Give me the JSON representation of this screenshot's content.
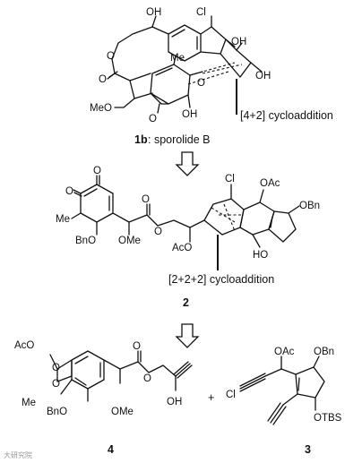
{
  "compound_1b": {
    "number": "1b",
    "name": ": sporolide B",
    "labels": {
      "oh_top": "OH",
      "cl": "Cl",
      "oh_right": "OH",
      "oh_right2": "OH",
      "me": "Me",
      "o_ring_left": "O",
      "o_carbonyl": "O",
      "meo": "MeO",
      "o_epoxide": "O",
      "oh_bottom": "OH",
      "o_bridge": "O"
    },
    "annotation": "[4+2] cycloaddition"
  },
  "compound_2": {
    "number": "2",
    "labels": {
      "o_top": "O",
      "o_left": "O",
      "me": "Me",
      "bno": "BnO",
      "ome": "OMe",
      "o_ester1": "O",
      "o_ester2": "O",
      "aco": "AcO",
      "cl": "Cl",
      "oac": "OAc",
      "obn": "OBn",
      "ho": "HO"
    },
    "annotation": "[2+2+2] cycloaddition"
  },
  "compound_4": {
    "number": "4",
    "labels": {
      "aco": "AcO",
      "o1": "O",
      "o2": "O",
      "me": "Me",
      "bno": "BnO",
      "ome": "OMe",
      "o_c": "O",
      "o_e": "O",
      "oh": "OH"
    }
  },
  "plus": "+",
  "compound_3": {
    "number": "3",
    "labels": {
      "oac": "OAc",
      "obn": "OBn",
      "cl": "Cl",
      "otbs": "OTBS"
    }
  },
  "watermark": "大研究院"
}
